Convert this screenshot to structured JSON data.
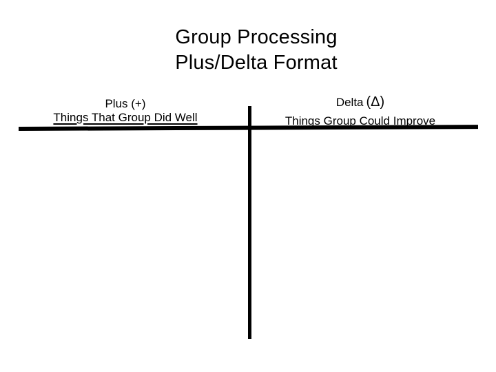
{
  "slide": {
    "background_color": "#ffffff",
    "text_color": "#000000",
    "line_color": "#000000",
    "title": {
      "line1": "Group Processing",
      "line2": "Plus/Delta Format"
    },
    "left_column": {
      "header": "Plus (+)",
      "subheader": "Things That Group Did Well"
    },
    "right_column": {
      "header_word": "Delta",
      "header_symbol": "(Δ)",
      "subheader": "Things Group Could Improve"
    }
  }
}
